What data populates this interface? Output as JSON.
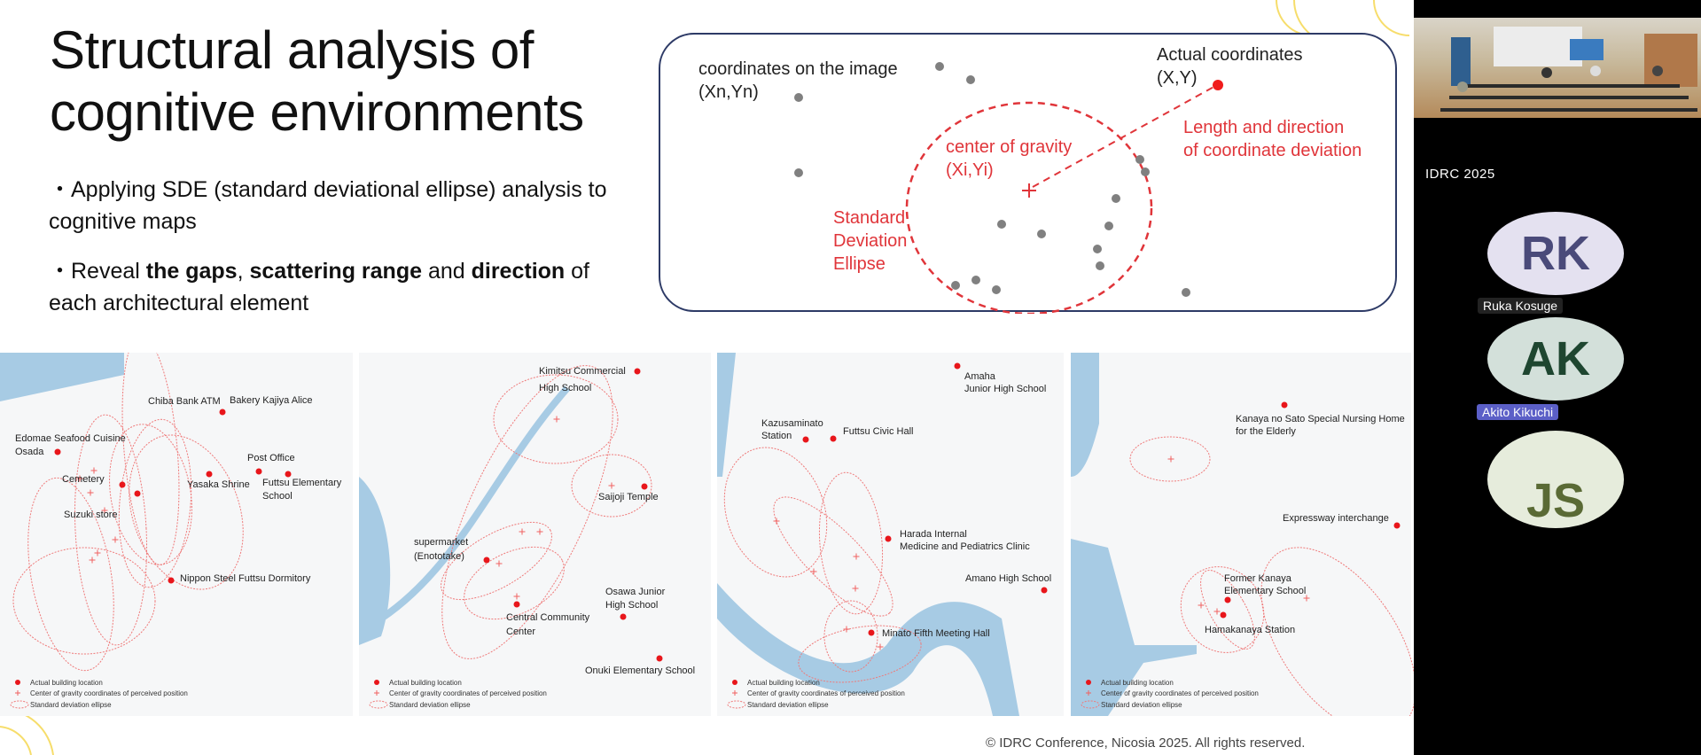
{
  "slide": {
    "title_line1": "Structural analysis of",
    "title_line2": "cognitive environments",
    "bullet1": "・Applying SDE (standard deviational ellipse) analysis to cognitive maps",
    "bullet2": {
      "prefix": "・Reveal ",
      "bold1": "the gaps",
      "sep1": ", ",
      "bold2": "scattering range",
      "sep2": " and ",
      "bold3": "direction",
      "suffix": " of each architectural element"
    },
    "copyright": "© IDRC Conference, Nicosia 2025. All rights reserved."
  },
  "diagram": {
    "coords_image": "coordinates on the image",
    "coords_image_sub": "(Xn,Yn)",
    "actual": "Actual coordinates",
    "actual_sub": "(X,Y)",
    "center": "center of gravity",
    "center_sub": "(Xi,Yi)",
    "deviation1": "Length and direction",
    "deviation2": "of coordinate deviation",
    "sde1": "Standard",
    "sde2": "Deviation",
    "sde3": "Ellipse",
    "colors": {
      "red": "#e0353a",
      "dot": "#808080",
      "border": "#2d3a66"
    }
  },
  "maps": [
    {
      "labels": [
        "Chiba Bank ATM",
        "Bakery Kajiya Alice",
        "Edomae Seafood Cuisine",
        "Osada",
        "Post Office",
        "Futtsu Elementary",
        "School",
        "Cemetery",
        "Yasaka Shrine",
        "Suzuki store",
        "Nippon Steel Futtsu Dormitory"
      ]
    },
    {
      "labels": [
        "Kimitsu Commercial",
        "High School",
        "Saijoji Temple",
        "supermarket",
        "(Enototake)",
        "Central Community",
        "Center",
        "Osawa Junior",
        "High School",
        "Onuki Elementary School"
      ]
    },
    {
      "labels": [
        "Amaha",
        "Junior High School",
        "Kazusaminato",
        "Station",
        "Futtsu Civic Hall",
        "Harada Internal",
        "Medicine and Pediatrics Clinic",
        "Amano High School",
        "Minato Fifth Meeting Hall"
      ]
    },
    {
      "labels": [
        "Kanaya no Sato Special Nursing Home",
        "for the Elderly",
        "Expressway interchange",
        "Former Kanaya",
        "Elementary School",
        "Hamakanaya Station"
      ]
    }
  ],
  "legend": {
    "actual": "Actual building location",
    "center": "Center of gravity coordinates of perceived position",
    "ellipse": "Standard deviation ellipse"
  },
  "sidebar": {
    "meeting_title": "IDRC 2025",
    "participants": [
      {
        "initials": "RK",
        "name": "Ruka Kosuge",
        "bg": "#e4e1f0",
        "fg": "#4a4a7a"
      },
      {
        "initials": "AK",
        "name": "Akito Kikuchi",
        "bg": "#d3e0da",
        "fg": "#1e4630"
      },
      {
        "initials": "JS",
        "bg": "#e6ecdc",
        "fg": "#5a6a35"
      }
    ]
  }
}
